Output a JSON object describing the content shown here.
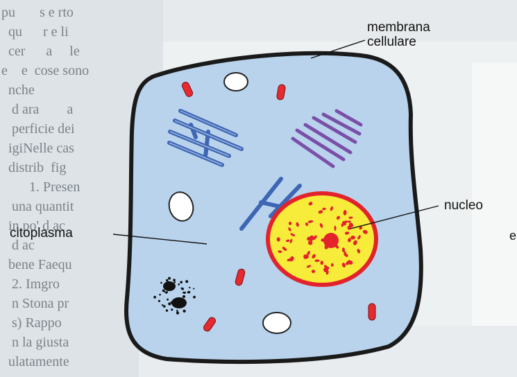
{
  "labels": {
    "membrane_line1": "membrana",
    "membrane_line2": "cellulare",
    "nucleus": "nucleo",
    "cytoplasm": "citoplasma",
    "edge_char": "e"
  },
  "background_text": [
    "pu       s e rto",
    "  qu      r e li",
    "  cer      a     le",
    "e    e  cose sono",
    "  nche             ",
    "   d ara        a",
    "   perficie dei",
    "  igiNelle cas",
    "  distrib  fig",
    "        1. Presen",
    "   una quantit",
    "  in po' d ac",
    "   d ac",
    "  bene Faequ",
    "   2. Imgro",
    "   n Stona pr",
    "   s) Rappo",
    "   n la giusta",
    "  ulatamente"
  ],
  "colors": {
    "cytoplasm": "#b9d3ec",
    "membrane": "#1a1a1a",
    "nucleus_fill": "#f7ec3a",
    "nucleus_border": "#e2232b",
    "organelle_red": "#e52a30",
    "er_blue": "#3e66b4",
    "golgi_purple": "#7a4fa8",
    "vacuole": "#ffffff"
  }
}
